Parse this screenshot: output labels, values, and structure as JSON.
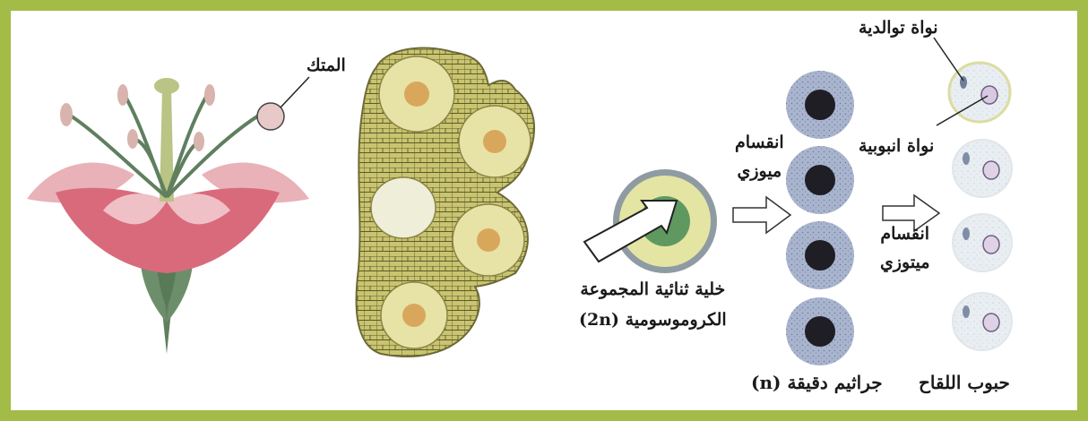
{
  "labels": {
    "anther": "المتك",
    "generative_nucleus": "نواة توالدية",
    "tube_nucleus": "نواة انبوبية",
    "meiosis_line1": "انقسام",
    "meiosis_line2": "ميوزي",
    "mitosis_line1": "انقسام",
    "mitosis_line2": "ميتوزي",
    "diploid_line1": "خلية ثنائية المجموعة",
    "diploid_line2": "الكروموسومية (2n)",
    "microspores": "جراثيم دقيقة (n)",
    "pollen_grains": "حبوب اللقاح"
  },
  "colors": {
    "frame": "#a3bb47",
    "petal_pink": "#e8b2b8",
    "petal_red": "#d96a7c",
    "stem_green": "#5f7f5e",
    "anther_tissue": "#c9c46f",
    "microspore_blue": "#a9b4cf",
    "pollen_pale": "#e9eef2"
  },
  "icons": [
    "arrow-right-icon",
    "pointer-arrow-icon"
  ]
}
